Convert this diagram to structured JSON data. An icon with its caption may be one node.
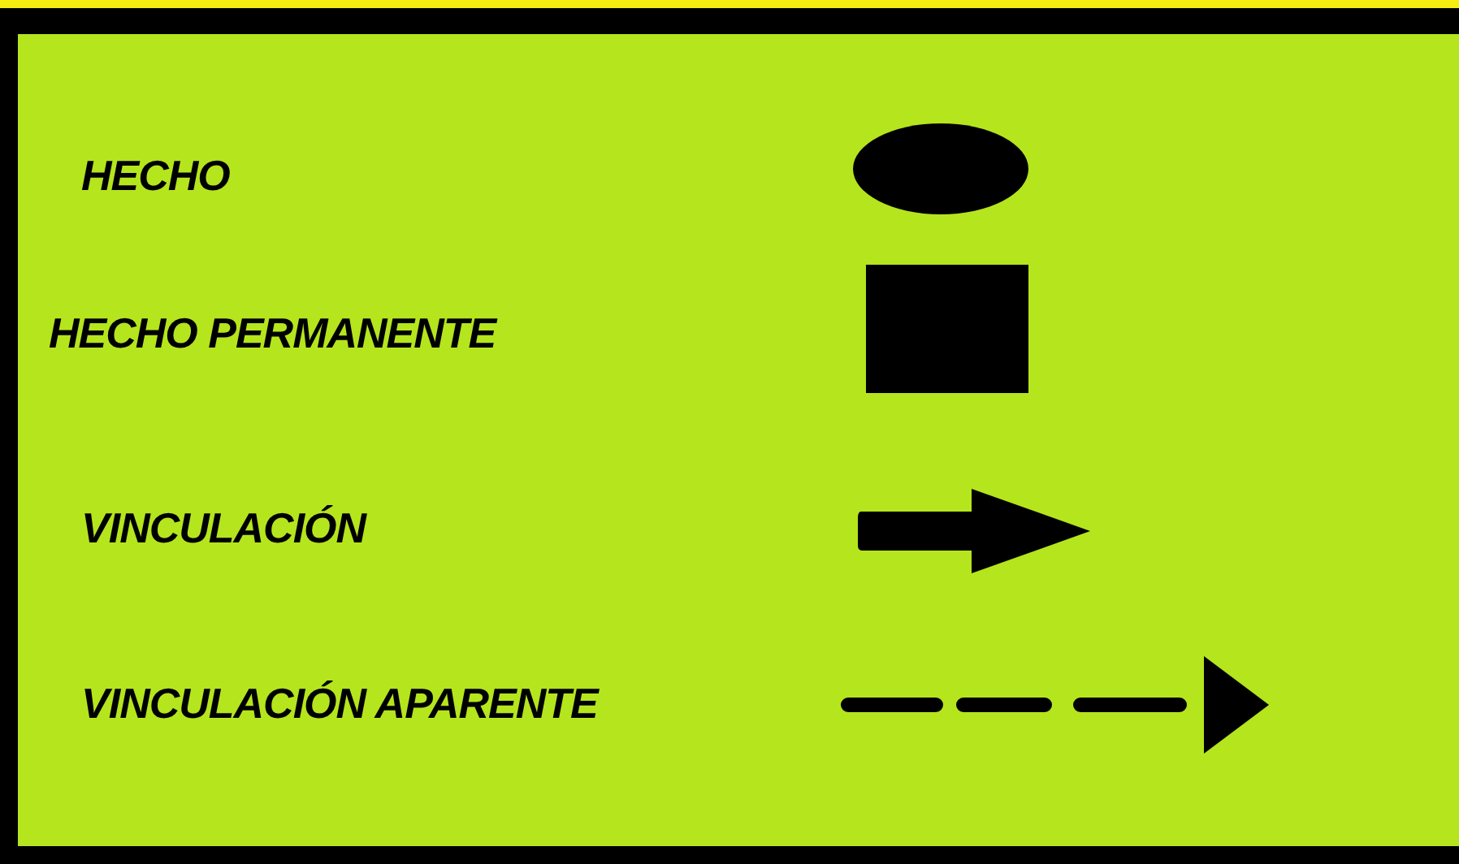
{
  "diagram": {
    "legend": [
      {
        "text": "HECHO"
      },
      {
        "text": "HECHO PERMANENTE"
      },
      {
        "text": "VINCULACIÓN"
      },
      {
        "text": "VINCULACIÓN APARENTE"
      }
    ]
  }
}
